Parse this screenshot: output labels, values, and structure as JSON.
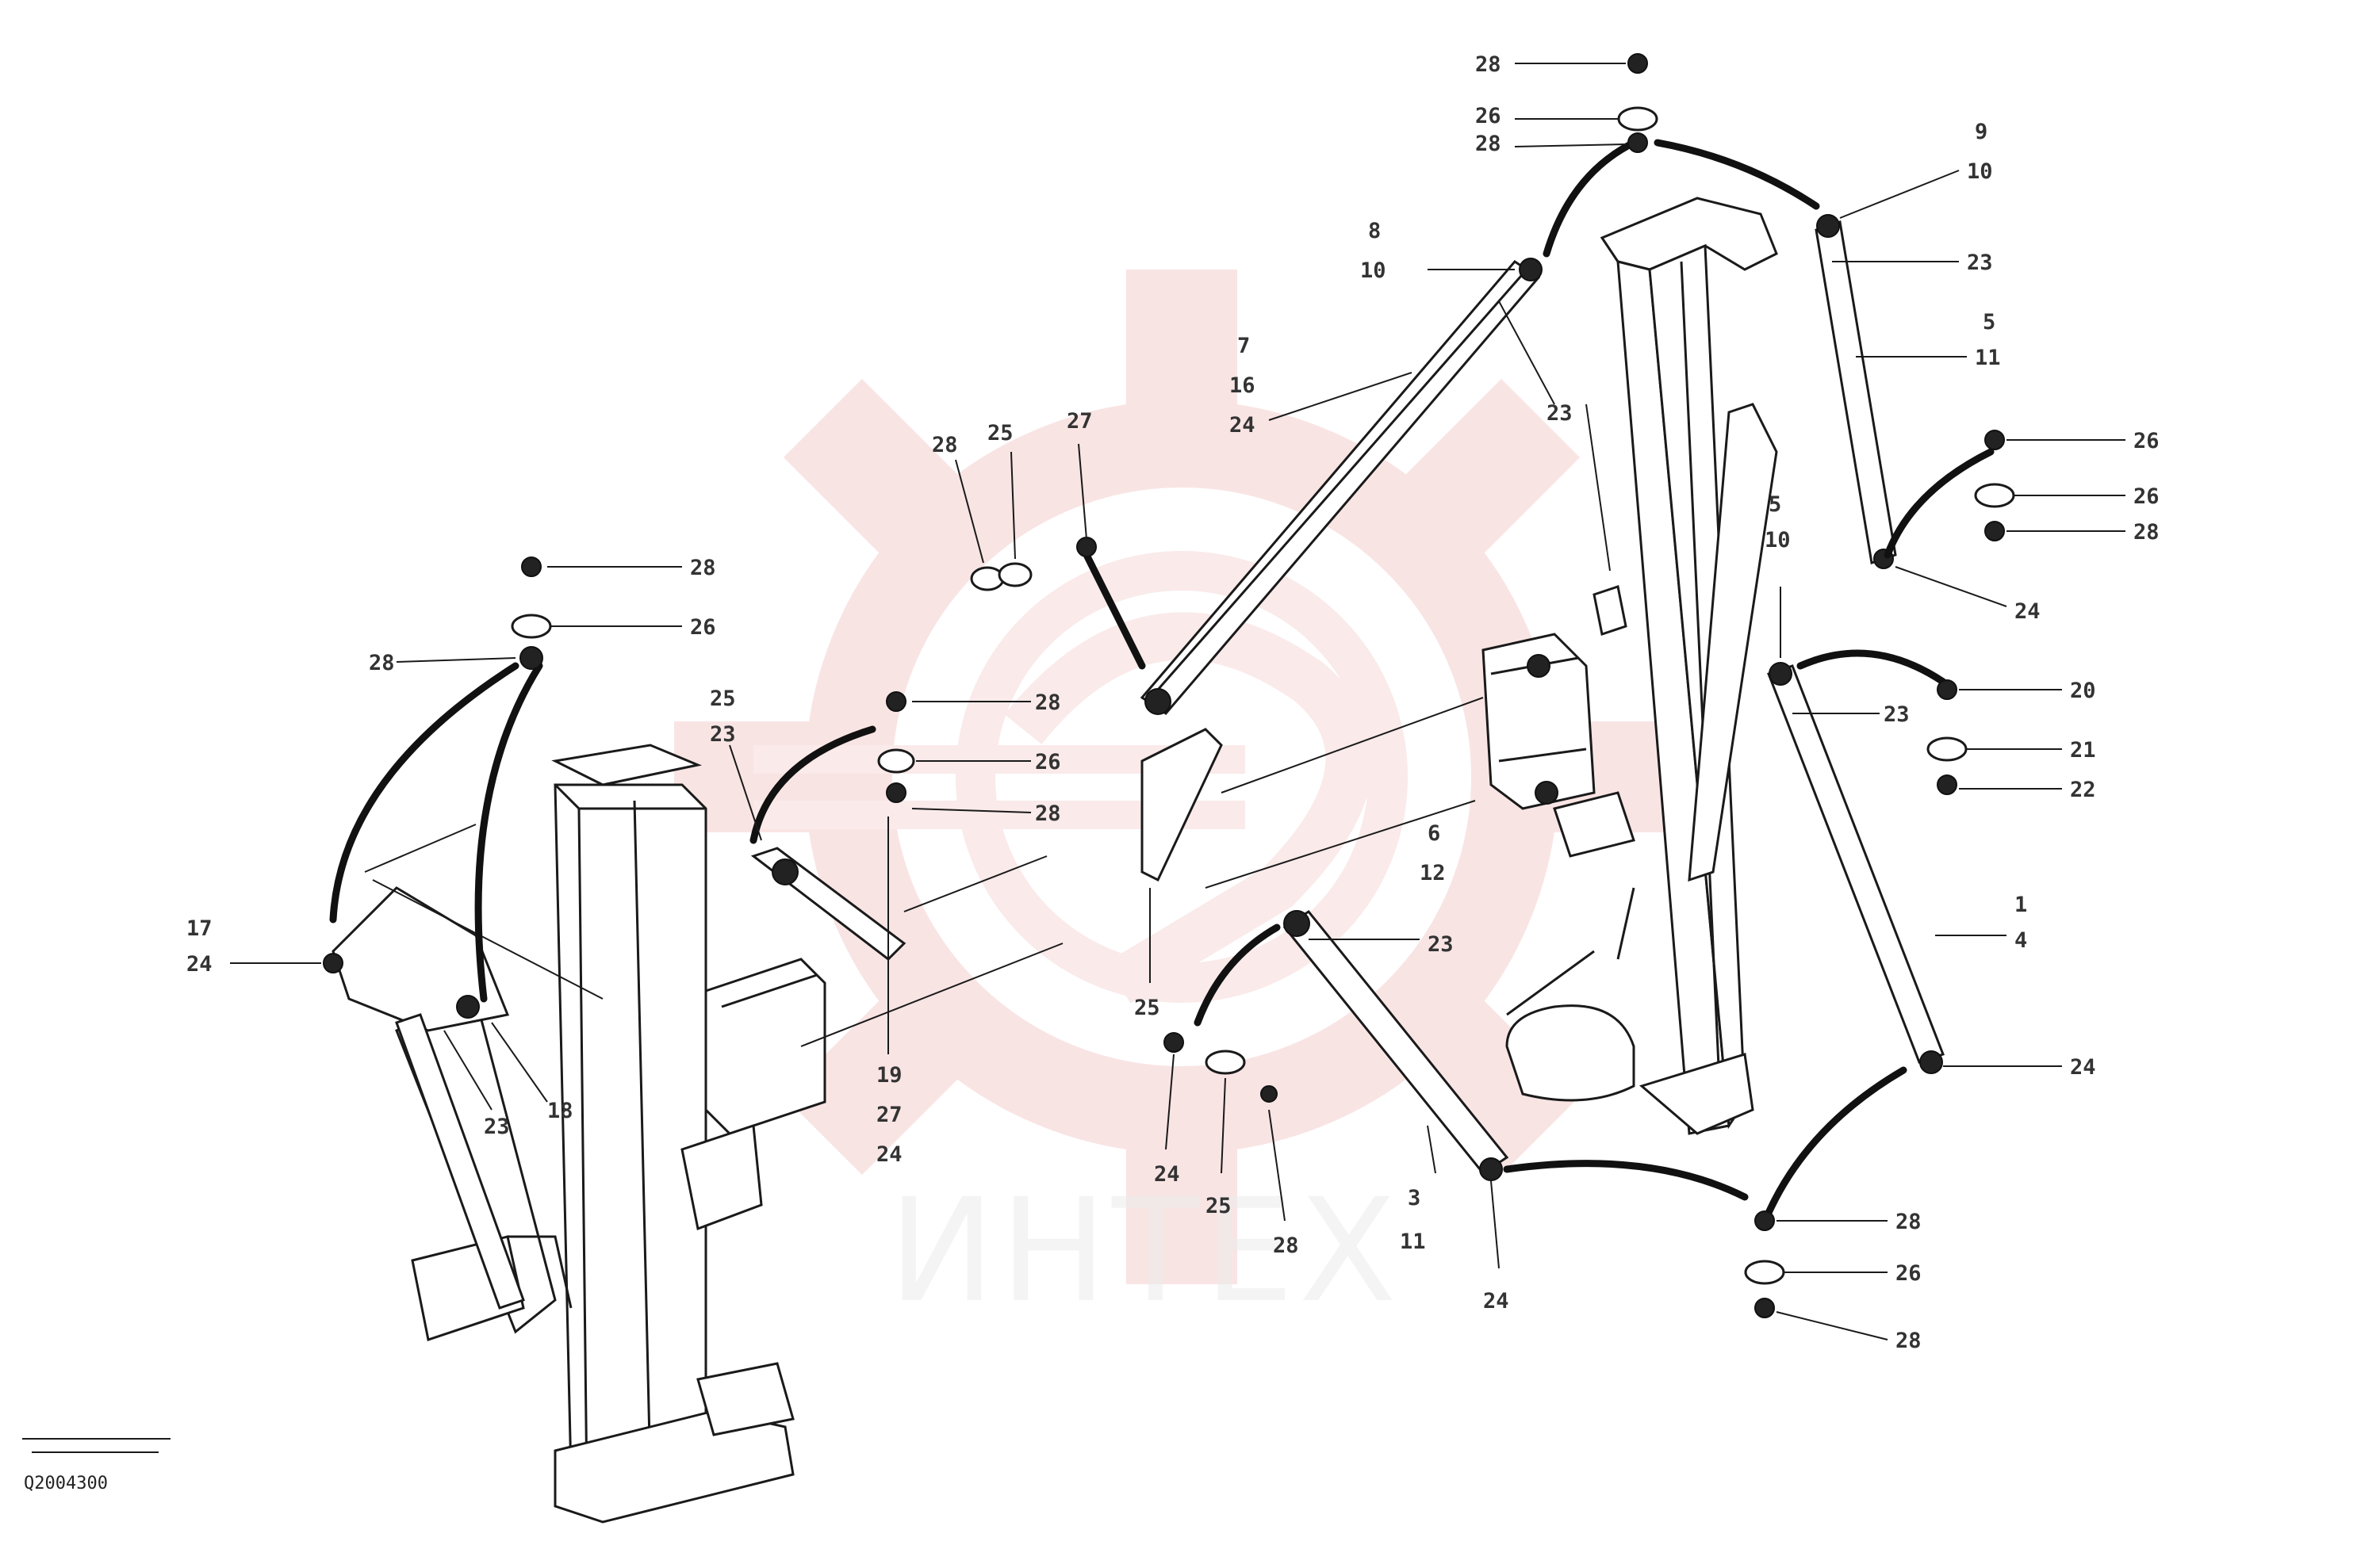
{
  "watermark": {
    "text": "ИНТЕХ",
    "color": "#e8a0a0"
  },
  "drawing_code": {
    "line1": "",
    "line2": "",
    "line3": "Q2004300"
  },
  "callouts": [
    {
      "id": "c1",
      "text": "28"
    },
    {
      "id": "c2",
      "text": "26"
    },
    {
      "id": "c3",
      "text": "28"
    },
    {
      "id": "c4",
      "text": "9"
    },
    {
      "id": "c5",
      "text": "10"
    },
    {
      "id": "c6",
      "text": "23"
    },
    {
      "id": "c7",
      "text": "5"
    },
    {
      "id": "c8",
      "text": "11"
    },
    {
      "id": "c9",
      "text": "8"
    },
    {
      "id": "c10",
      "text": "10"
    },
    {
      "id": "c11",
      "text": "7"
    },
    {
      "id": "c12",
      "text": "16"
    },
    {
      "id": "c13",
      "text": "24"
    },
    {
      "id": "c14",
      "text": "23"
    },
    {
      "id": "c15",
      "text": "28"
    },
    {
      "id": "c16",
      "text": "25"
    },
    {
      "id": "c17",
      "text": "27"
    },
    {
      "id": "c18",
      "text": "26"
    },
    {
      "id": "c19",
      "text": "26"
    },
    {
      "id": "c20",
      "text": "28"
    },
    {
      "id": "c21",
      "text": "24"
    },
    {
      "id": "c22",
      "text": "5"
    },
    {
      "id": "c23",
      "text": "10"
    },
    {
      "id": "c24",
      "text": "23"
    },
    {
      "id": "c25",
      "text": "20"
    },
    {
      "id": "c26",
      "text": "21"
    },
    {
      "id": "c27",
      "text": "22"
    },
    {
      "id": "c28",
      "text": "1"
    },
    {
      "id": "c29",
      "text": "4"
    },
    {
      "id": "c30",
      "text": "24"
    },
    {
      "id": "c31",
      "text": "28"
    },
    {
      "id": "c32",
      "text": "26"
    },
    {
      "id": "c33",
      "text": "28"
    },
    {
      "id": "c34",
      "text": "28"
    },
    {
      "id": "c35",
      "text": "26"
    },
    {
      "id": "c36",
      "text": "28"
    },
    {
      "id": "c37",
      "text": "25"
    },
    {
      "id": "c38",
      "text": "23"
    },
    {
      "id": "c39",
      "text": "28"
    },
    {
      "id": "c40",
      "text": "26"
    },
    {
      "id": "c41",
      "text": "28"
    },
    {
      "id": "c42",
      "text": "17"
    },
    {
      "id": "c43",
      "text": "24"
    },
    {
      "id": "c44",
      "text": "23"
    },
    {
      "id": "c45",
      "text": "18"
    },
    {
      "id": "c46",
      "text": "19"
    },
    {
      "id": "c47",
      "text": "27"
    },
    {
      "id": "c48",
      "text": "24"
    },
    {
      "id": "c49",
      "text": "6"
    },
    {
      "id": "c50",
      "text": "12"
    },
    {
      "id": "c51",
      "text": "23"
    },
    {
      "id": "c52",
      "text": "25"
    },
    {
      "id": "c53",
      "text": "24"
    },
    {
      "id": "c54",
      "text": "25"
    },
    {
      "id": "c55",
      "text": "28"
    },
    {
      "id": "c56",
      "text": "3"
    },
    {
      "id": "c57",
      "text": "11"
    },
    {
      "id": "c58",
      "text": "24"
    }
  ]
}
